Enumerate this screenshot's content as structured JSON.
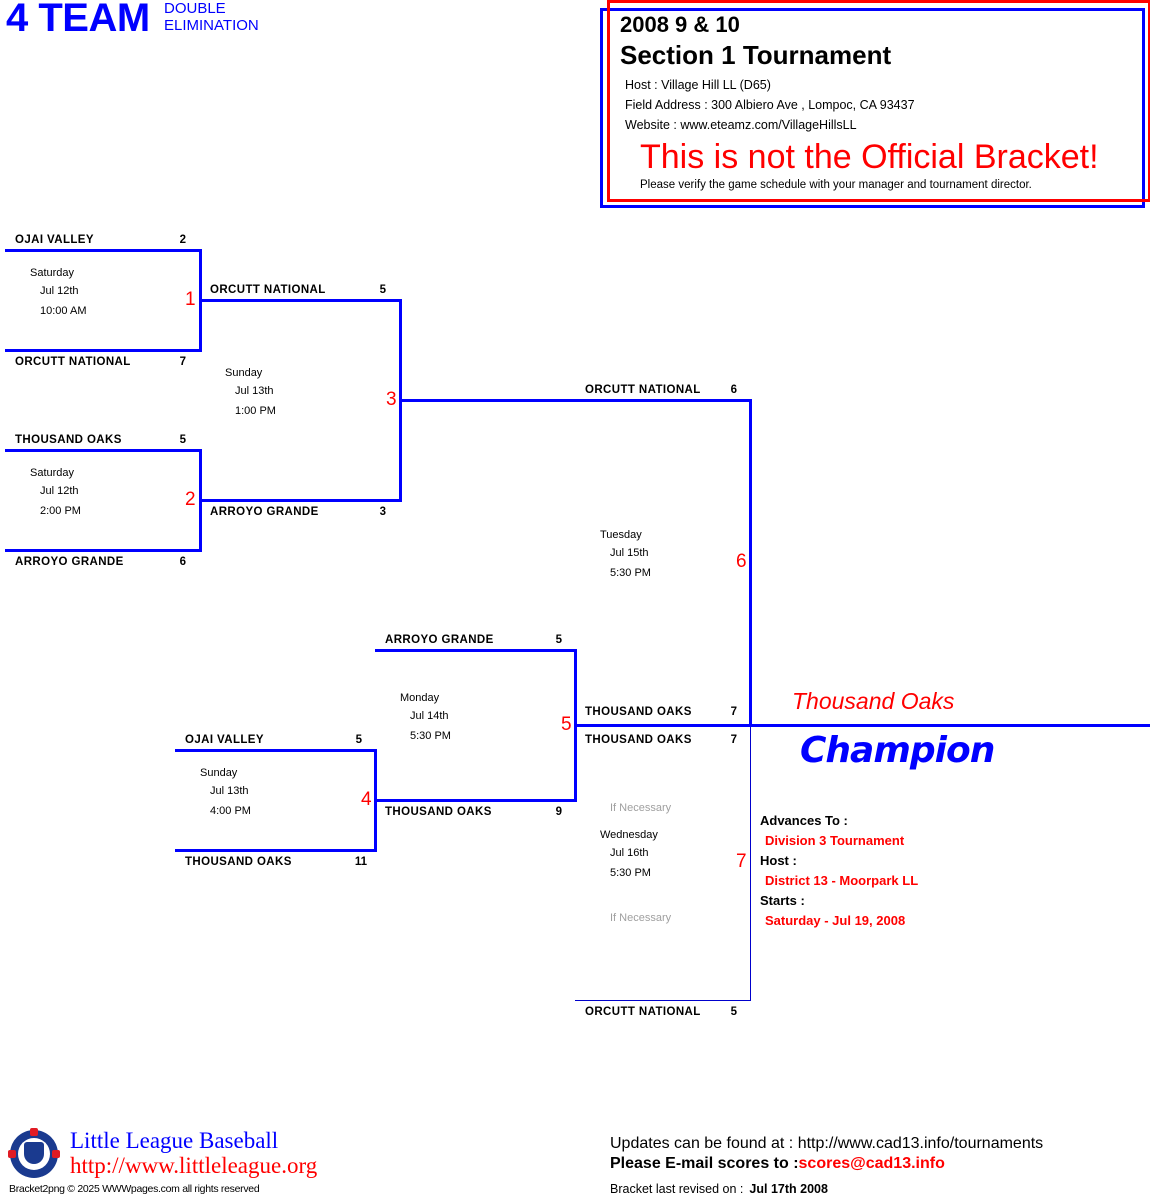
{
  "header": {
    "title_big": "4 TEAM",
    "title_sub_line1": "DOUBLE",
    "title_sub_line2": "ELIMINATION"
  },
  "info": {
    "year": "2008 9 & 10",
    "name": "Section 1 Tournament",
    "host": "Host : Village Hill LL (D65)",
    "field_address": "Field Address : 300 Albiero Ave , Lompoc, CA 93437",
    "website": "Website : www.eteamz.com/VillageHillsLL",
    "warning": "This is not the Official Bracket!",
    "verify": "Please verify the game schedule with your manager and tournament director.",
    "colors": {
      "outer_border": "#0000ff",
      "inner_border": "#ff0000",
      "warning": "#ff0000"
    }
  },
  "games": {
    "g1": {
      "number": "1",
      "top": {
        "team": "OJAI VALLEY",
        "score": "2"
      },
      "bottom": {
        "team": "ORCUTT NATIONAL",
        "score": "7"
      },
      "day": "Saturday",
      "date": "Jul 12th",
      "time": "10:00 AM"
    },
    "g2": {
      "number": "2",
      "top": {
        "team": "THOUSAND OAKS",
        "score": "5"
      },
      "bottom": {
        "team": "ARROYO GRANDE",
        "score": "6"
      },
      "day": "Saturday",
      "date": "Jul 12th",
      "time": "2:00 PM"
    },
    "g3": {
      "number": "3",
      "top": {
        "team": "ORCUTT NATIONAL",
        "score": "5"
      },
      "bottom": {
        "team": "ARROYO GRANDE",
        "score": "3"
      },
      "day": "Sunday",
      "date": "Jul 13th",
      "time": "1:00 PM"
    },
    "g4": {
      "number": "4",
      "top": {
        "team": "OJAI VALLEY",
        "score": "5"
      },
      "bottom": {
        "team": "THOUSAND OAKS",
        "score": "11"
      },
      "day": "Sunday",
      "date": "Jul 13th",
      "time": "4:00 PM"
    },
    "g5": {
      "number": "5",
      "top": {
        "team": "ARROYO GRANDE",
        "score": "5"
      },
      "bottom": {
        "team": "THOUSAND OAKS",
        "score": "9"
      },
      "day": "Monday",
      "date": "Jul 14th",
      "time": "5:30 PM"
    },
    "g6": {
      "number": "6",
      "top": {
        "team": "ORCUTT NATIONAL",
        "score": "6"
      },
      "bottom": {
        "team": "THOUSAND OAKS",
        "score": "7"
      },
      "day": "Tuesday",
      "date": "Jul 15th",
      "time": "5:30 PM"
    },
    "g7": {
      "number": "7",
      "top": {
        "team": "THOUSAND OAKS",
        "score": "7"
      },
      "bottom": {
        "team": "ORCUTT NATIONAL",
        "score": "5"
      },
      "if_necessary": "If Necessary",
      "day": "Wednesday",
      "date": "Jul 16th",
      "time": "5:30 PM"
    }
  },
  "champion": {
    "team": "Thousand Oaks",
    "label": "Champion",
    "advances_to_label": "Advances To :",
    "advances_to_value": "Division 3 Tournament",
    "host_label": "Host :",
    "host_value": "District 13 - Moorpark LL",
    "starts_label": "Starts :",
    "starts_value": "Saturday - Jul 19, 2008"
  },
  "footer": {
    "logo_icon": "little-league-logo",
    "org_name": "Little League Baseball",
    "org_url": "http://www.littleleague.org",
    "copyright": "Bracket2png © 2025 WWWpages.com all rights reserved",
    "updates": "Updates can be found at : http://www.cad13.info/tournaments",
    "email_label": "Please E-mail scores to :",
    "email": "scores@cad13.info",
    "revised_label": "Bracket last revised on :",
    "revised_date": "Jul 17th 2008"
  },
  "colors": {
    "bracket_line": "#0000ff",
    "game_number": "#ff0000",
    "accent_red": "#ff0000"
  }
}
